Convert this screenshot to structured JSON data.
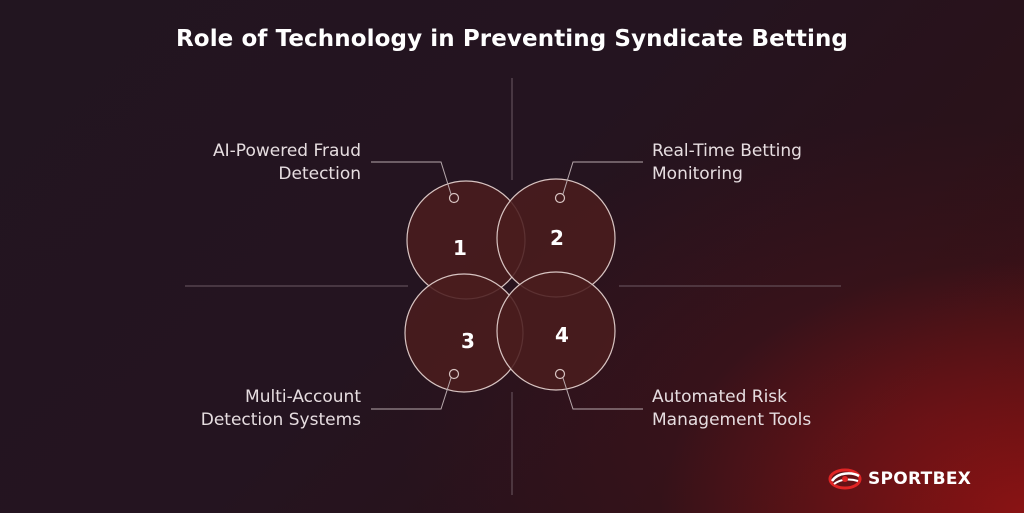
{
  "title": "Role of Technology in Preventing Syndicate Betting",
  "items": [
    {
      "number": "1",
      "label_line1": "AI-Powered Fraud",
      "label_line2": "Detection"
    },
    {
      "number": "2",
      "label_line1": "Real-Time Betting",
      "label_line2": "Monitoring"
    },
    {
      "number": "3",
      "label_line1": "Multi-Account",
      "label_line2": "Detection Systems"
    },
    {
      "number": "4",
      "label_line1": "Automated Risk",
      "label_line2": "Management Tools"
    }
  ],
  "logo": {
    "text": "SPORTBEX",
    "icon": "sportbex-logo-icon"
  },
  "colors": {
    "background": "#241420",
    "circle_fill": "#4a1c1e",
    "circle_stroke": "#d8c4c2",
    "connector": "#b7a8ac",
    "text": "#ffffff",
    "logo_accent": "#e02424"
  }
}
